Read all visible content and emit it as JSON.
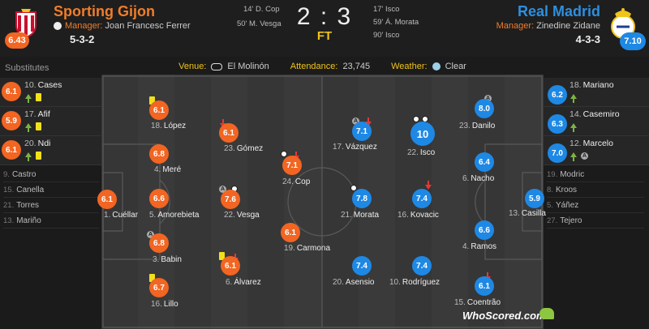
{
  "home": {
    "name": "Sporting Gijon",
    "rating": "6.43",
    "manager_label": "Manager:",
    "manager": "Joan Francesc Ferrer",
    "formation": "5-3-2",
    "color": "#f07d2b",
    "goals": [
      "14' D. Cop",
      "50' M. Vesga"
    ]
  },
  "away": {
    "name": "Real Madrid",
    "rating": "7.10",
    "manager_label": "Manager:",
    "manager": "Zinedine Zidane",
    "formation": "4-3-3",
    "color": "#2d8fe0",
    "goals": [
      "17' Isco",
      "59' Á. Morata",
      "90' Isco"
    ]
  },
  "score": "2 : 3",
  "status": "FT",
  "info": {
    "venue_label": "Venue:",
    "venue": "El Molinón",
    "attendance_label": "Attendance:",
    "attendance": "23,745",
    "weather_label": "Weather:",
    "weather": "Clear"
  },
  "home_subs": {
    "title": "Substitutes",
    "used": [
      {
        "num": "10.",
        "name": "Cases",
        "rating": "6.1"
      },
      {
        "num": "17.",
        "name": "Afif",
        "rating": "5.9"
      },
      {
        "num": "20.",
        "name": "Ndi",
        "rating": "6.1"
      }
    ],
    "unused": [
      {
        "num": "9.",
        "name": "Castro"
      },
      {
        "num": "15.",
        "name": "Canella"
      },
      {
        "num": "21.",
        "name": "Torres"
      },
      {
        "num": "13.",
        "name": "Mariño"
      }
    ]
  },
  "away_subs": {
    "used": [
      {
        "num": "18.",
        "name": "Mariano",
        "rating": "6.2"
      },
      {
        "num": "14.",
        "name": "Casemiro",
        "rating": "6.3"
      },
      {
        "num": "12.",
        "name": "Marcelo",
        "rating": "7.0"
      }
    ],
    "unused": [
      {
        "num": "19.",
        "name": "Modric"
      },
      {
        "num": "8.",
        "name": "Kroos"
      },
      {
        "num": "5.",
        "name": "Yáñez"
      },
      {
        "num": "27.",
        "name": "Tejero"
      }
    ]
  },
  "home_players": [
    {
      "num": "1.",
      "name": "Cuéllar",
      "rating": "6.1"
    },
    {
      "num": "18.",
      "name": "López",
      "rating": "6.1"
    },
    {
      "num": "4.",
      "name": "Meré",
      "rating": "6.8"
    },
    {
      "num": "5.",
      "name": "Amorebieta",
      "rating": "6.6"
    },
    {
      "num": "3.",
      "name": "Babin",
      "rating": "6.8"
    },
    {
      "num": "16.",
      "name": "Lillo",
      "rating": "6.7"
    },
    {
      "num": "23.",
      "name": "Gómez",
      "rating": "6.1"
    },
    {
      "num": "22.",
      "name": "Vesga",
      "rating": "7.6"
    },
    {
      "num": "6.",
      "name": "Álvarez",
      "rating": "6.1"
    },
    {
      "num": "24.",
      "name": "Cop",
      "rating": "7.1"
    },
    {
      "num": "19.",
      "name": "Carmona",
      "rating": "6.1"
    }
  ],
  "away_players": [
    {
      "num": "17.",
      "name": "Vázquez",
      "rating": "7.1"
    },
    {
      "num": "21.",
      "name": "Morata",
      "rating": "7.8"
    },
    {
      "num": "20.",
      "name": "Asensio",
      "rating": "7.4"
    },
    {
      "num": "22.",
      "name": "Isco",
      "rating": "10"
    },
    {
      "num": "16.",
      "name": "Kovacic",
      "rating": "7.4"
    },
    {
      "num": "10.",
      "name": "Rodríguez",
      "rating": "7.4"
    },
    {
      "num": "23.",
      "name": "Danilo",
      "rating": "8.0"
    },
    {
      "num": "6.",
      "name": "Nacho",
      "rating": "6.4"
    },
    {
      "num": "4.",
      "name": "Ramos",
      "rating": "6.6"
    },
    {
      "num": "15.",
      "name": "Coentrão",
      "rating": "6.1"
    },
    {
      "num": "13.",
      "name": "Casilla",
      "rating": "5.9"
    }
  ],
  "brand": "WhoScored.com"
}
